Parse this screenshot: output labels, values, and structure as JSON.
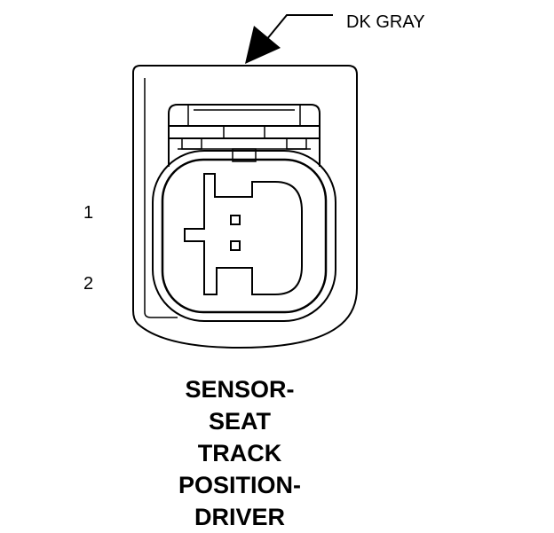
{
  "connector": {
    "color_label": "DK GRAY",
    "pins": [
      {
        "label": "1"
      },
      {
        "label": "2"
      }
    ],
    "title_lines": [
      "SENSOR-",
      "SEAT",
      "TRACK",
      "POSITION-",
      "DRIVER"
    ]
  },
  "colors": {
    "line": "#000000",
    "background": "#ffffff"
  }
}
